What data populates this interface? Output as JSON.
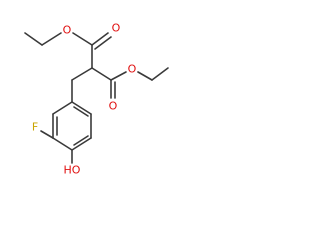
{
  "molecule": {
    "atoms": {
      "o_carbonyl_1": "O",
      "o_ester_1": "O",
      "o_carbonyl_2": "O",
      "o_ester_2": "O",
      "fluorine": "F",
      "hydroxyl": "HO"
    },
    "colors": {
      "bond": "#3a3a3a",
      "oxygen": "#e01010",
      "fluorine": "#c9a400"
    }
  }
}
